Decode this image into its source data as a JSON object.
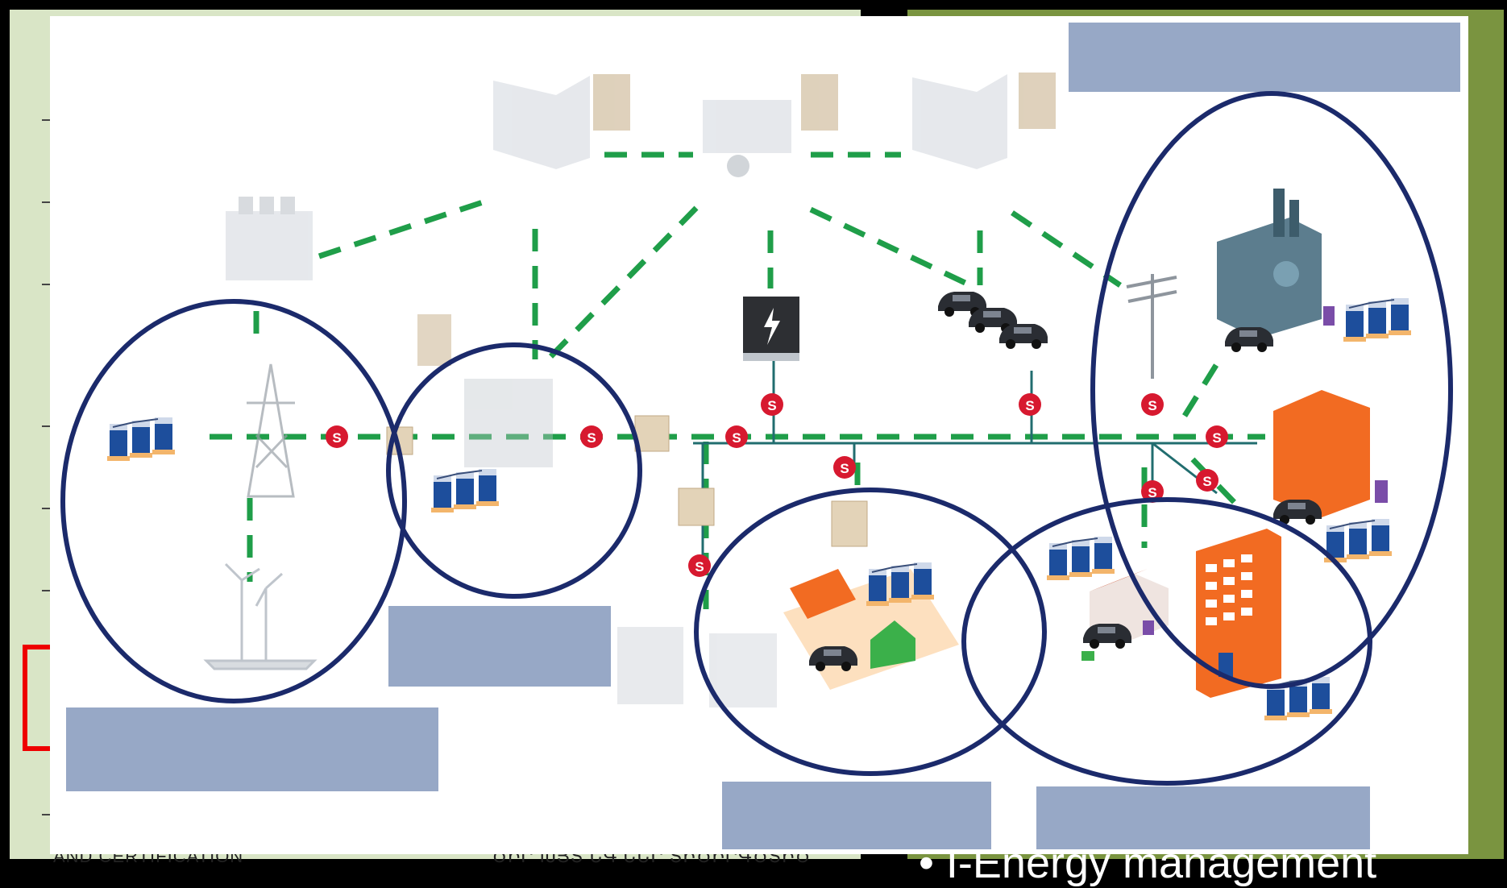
{
  "slide_left": {
    "footer_left": "AND CERTIFICATION",
    "footer_mid": "ԾԻՐ ԽՅՏ ԵԳ ԵԵՐ ՏԻԾԻՐԳԾՏԻԾ"
  },
  "slide_right": {
    "bullet_text": "• I-Energy management"
  },
  "diagram": {
    "stations": [
      "S",
      "S",
      "S",
      "S",
      "S",
      "S",
      "S",
      "S",
      "S",
      "S",
      "S"
    ],
    "colors": {
      "grid_line": "#1f9e49",
      "circle": "#1b2a6b",
      "label_box": "#97a8c6",
      "station": "#d7192f",
      "storage": "#1d4e9c",
      "orange_building": "#f26b22"
    },
    "icons": [
      "data-center-icon",
      "transmission-tower-icon",
      "wind-turbine-icon",
      "factory-icon",
      "substation-icon",
      "battery-icon",
      "electric-car-icon",
      "solar-panel-icon",
      "house-icon",
      "office-building-icon",
      "utility-pole-icon"
    ]
  }
}
